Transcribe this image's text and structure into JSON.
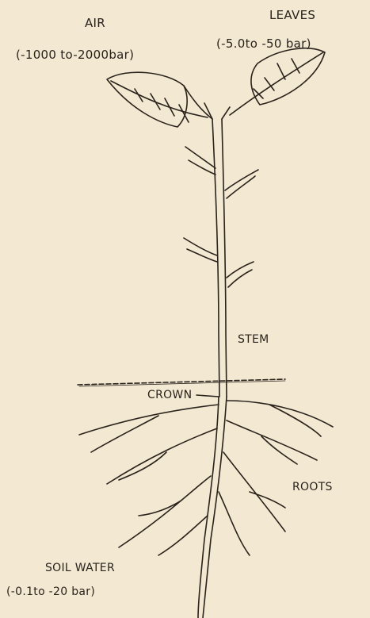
{
  "labels": {
    "air": "AIR",
    "air_range": "(-1000 to-2000bar)",
    "leaves": "LEAVES",
    "leaves_range": "(-5.0to -50 bar)",
    "stem": "STEM",
    "crown": "CROWN",
    "roots": "ROOTS",
    "soil_water": "SOIL WATER",
    "soil_water_range": "(-0.1to -20 bar)"
  },
  "colors": {
    "background": "#f3e8d2",
    "ink": "#2a231c"
  }
}
